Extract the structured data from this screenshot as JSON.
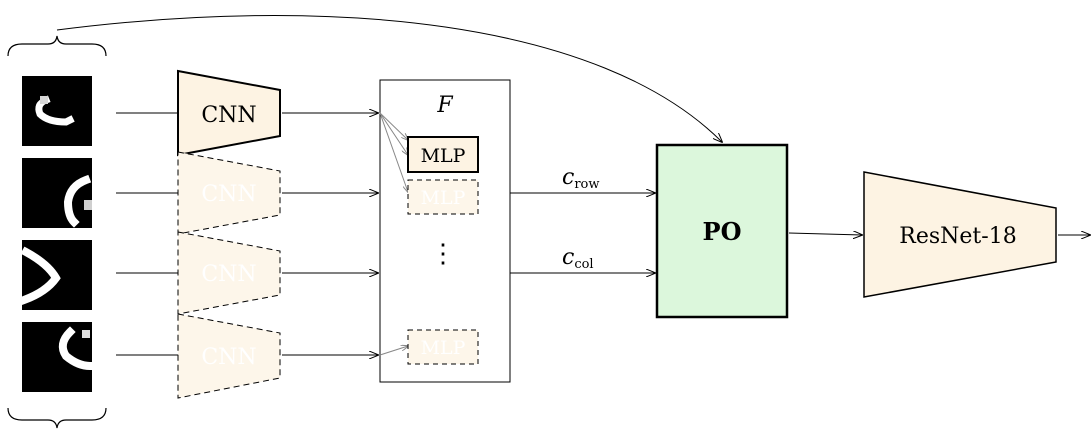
{
  "diagram": {
    "cnn_label": "CNN",
    "ghost_cnn_labels": [
      "CNN",
      "CNN",
      "CNN"
    ],
    "f_label": "F",
    "mlp_label": "MLP",
    "ghost_mlp_labels": [
      "MLP",
      "MLP"
    ],
    "vdots": "⋮",
    "c_row": {
      "base": "c",
      "sub": "row"
    },
    "c_col": {
      "base": "c",
      "sub": "col"
    },
    "po_label": "PO",
    "resnet_label": "ResNet-18"
  },
  "colors": {
    "cnn_fill": "#fdf3e3",
    "ghost_fill": "#fdf6ea",
    "po_fill": "#dcf7dc",
    "resnet_fill": "#fdf3e3",
    "stroke": "#000000",
    "ghost_text": "#ffffff",
    "connector_gray": "#888888"
  }
}
